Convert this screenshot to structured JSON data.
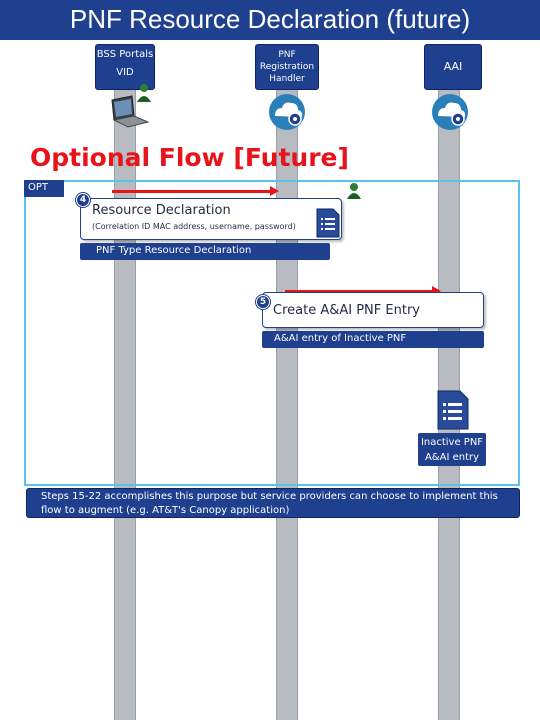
{
  "title": "PNF Resource Declaration (future)",
  "lanes": [
    {
      "name": "BSS Portals",
      "sub": "VID"
    },
    {
      "name": "PNF Registration Handler"
    },
    {
      "name": "AAI"
    }
  ],
  "optional_flow_title": "Optional Flow [Future]",
  "opt_label": "OPT",
  "step4": {
    "number": "4",
    "title": "Resource Declaration",
    "subtitle": "(Correlation ID MAC address, username, password)",
    "bar_text": "PNF Type Resource Declaration"
  },
  "step5": {
    "number": "5",
    "title": "Create A&AI PNF Entry",
    "bar_text": "A&AI entry of Inactive PNF"
  },
  "entry_label": {
    "line1": "Inactive PNF",
    "line2": "A&AI entry"
  },
  "note": "Steps 15-22 accomplishes this purpose but service providers can choose to implement this flow to augment (e.g. AT&T's Canopy application)",
  "colors": {
    "title_bar": "#1f3f8f",
    "accent_red": "#e8141c",
    "frame": "#58c3e8",
    "lane": "#b8bcc2"
  },
  "icons": [
    "person-icon",
    "laptop-icon",
    "cloud-gear-icon",
    "document-list-icon"
  ]
}
